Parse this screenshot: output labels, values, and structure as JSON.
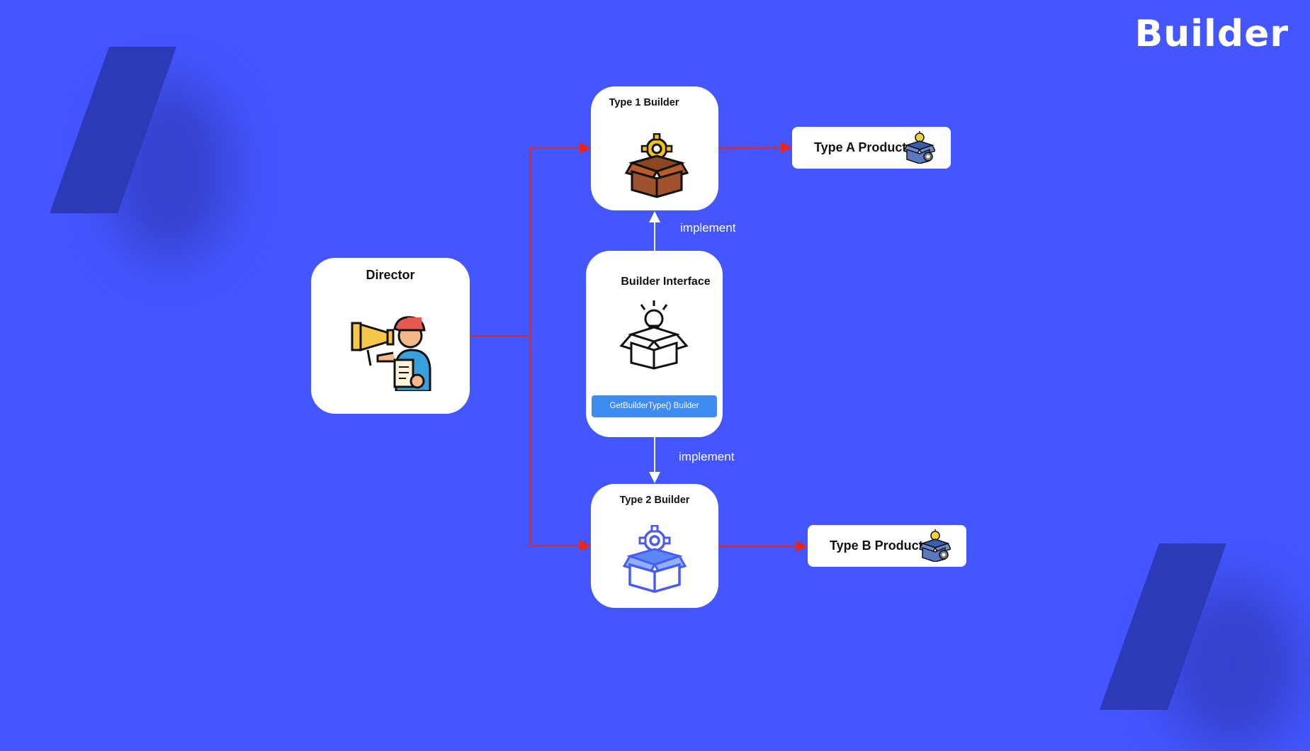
{
  "header": {
    "title": "Builder"
  },
  "colors": {
    "background": "#4456ff",
    "stripe": "#2c3ab8",
    "connector_red": "#e8251b",
    "connector_white": "#ffffff",
    "method_button": "#3f8cf0"
  },
  "nodes": {
    "director": {
      "title": "Director",
      "icon": "megaphone-person-icon"
    },
    "interface": {
      "title": "Builder Interface",
      "icon": "lightbulb-box-icon",
      "method": "GetBuilderType() Builder"
    },
    "type1": {
      "title": "Type 1 Builder",
      "icon": "gear-box-brown-icon"
    },
    "type2": {
      "title": "Type 2 Builder",
      "icon": "gear-box-blue-icon"
    },
    "productA": {
      "label": "Type A Product",
      "icon": "product-box-icon"
    },
    "productB": {
      "label": "Type B Product",
      "icon": "product-box-icon"
    }
  },
  "edges": {
    "implement_top": "implement",
    "implement_bottom": "implement"
  }
}
